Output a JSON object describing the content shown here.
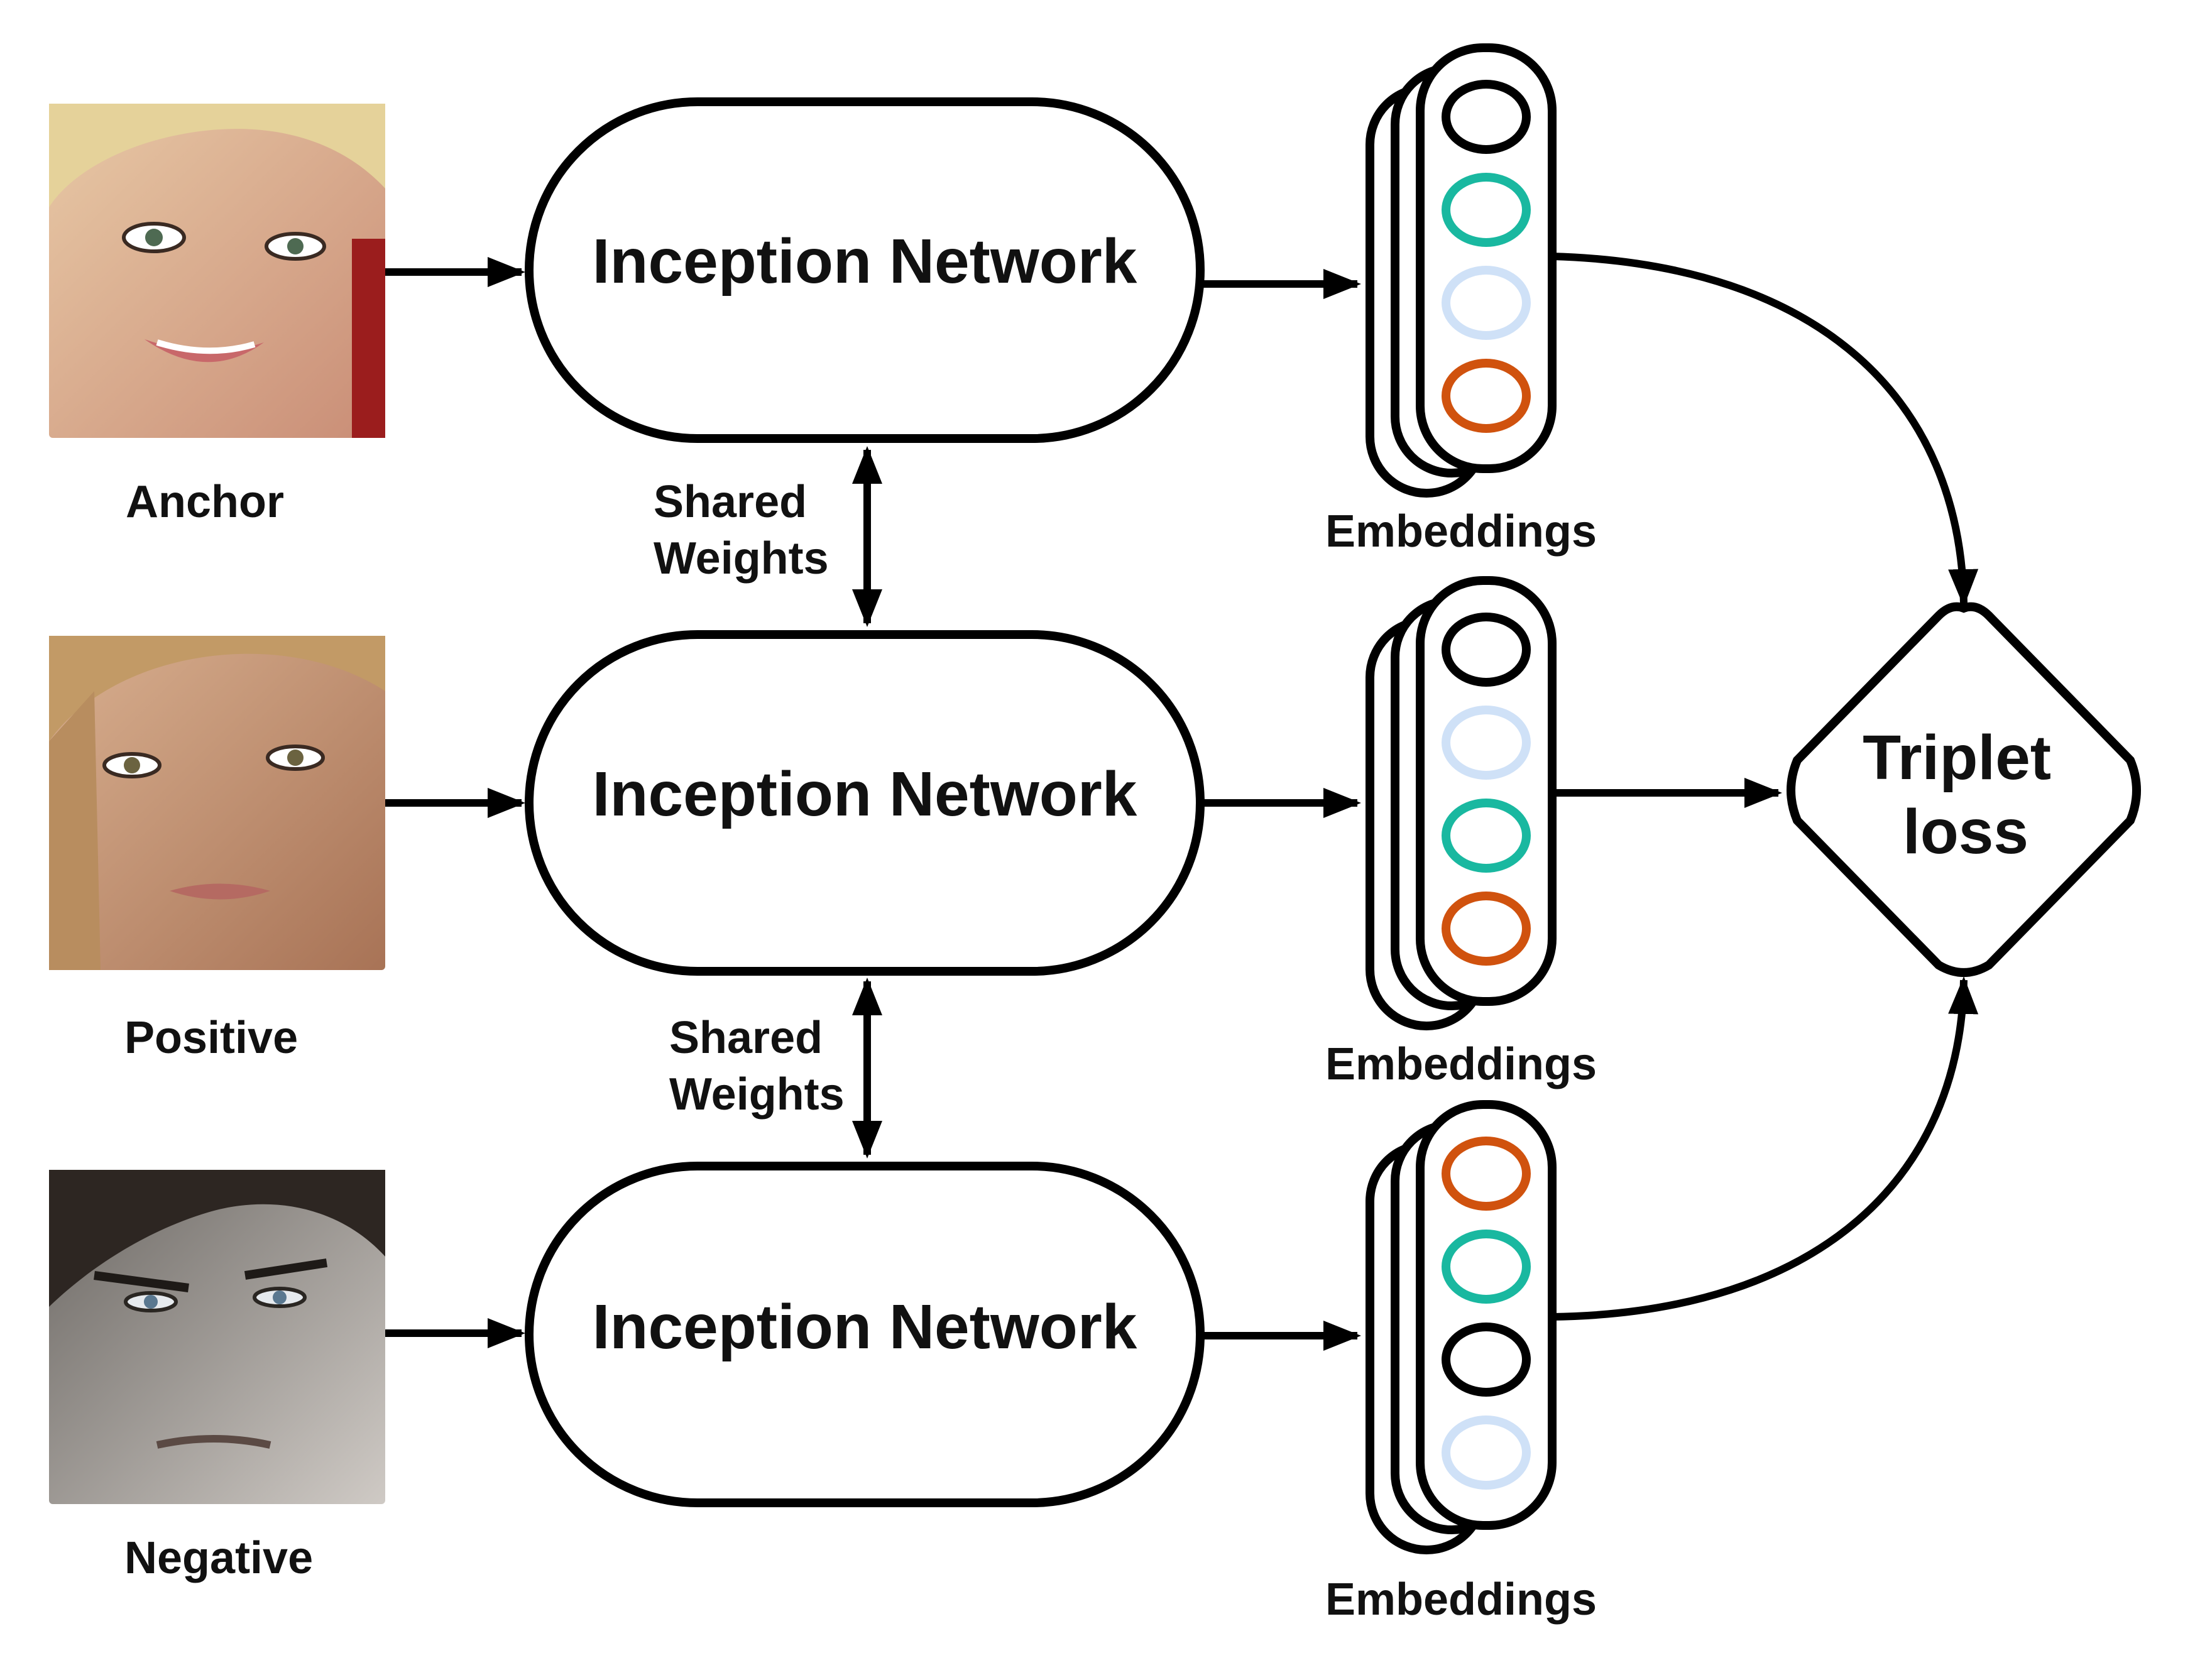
{
  "inputs": [
    {
      "label": "Anchor",
      "image_desc": "face-photo"
    },
    {
      "label": "Positive",
      "image_desc": "face-photo"
    },
    {
      "label": "Negative",
      "image_desc": "face-photo"
    }
  ],
  "network": {
    "label": "Inception Network"
  },
  "shared_weights": {
    "line1": "Shared",
    "line2": "Weights"
  },
  "embeddings": {
    "label": "Embeddings",
    "sets": [
      {
        "colors": [
          "#000000",
          "#19b8a0",
          "#cfe1f7",
          "#d0520e"
        ]
      },
      {
        "colors": [
          "#000000",
          "#cfe1f7",
          "#19b8a0",
          "#d0520e"
        ]
      },
      {
        "colors": [
          "#d0520e",
          "#19b8a0",
          "#000000",
          "#cfe1f7"
        ]
      }
    ]
  },
  "loss": {
    "line1": "Triplet",
    "line2": "loss"
  }
}
